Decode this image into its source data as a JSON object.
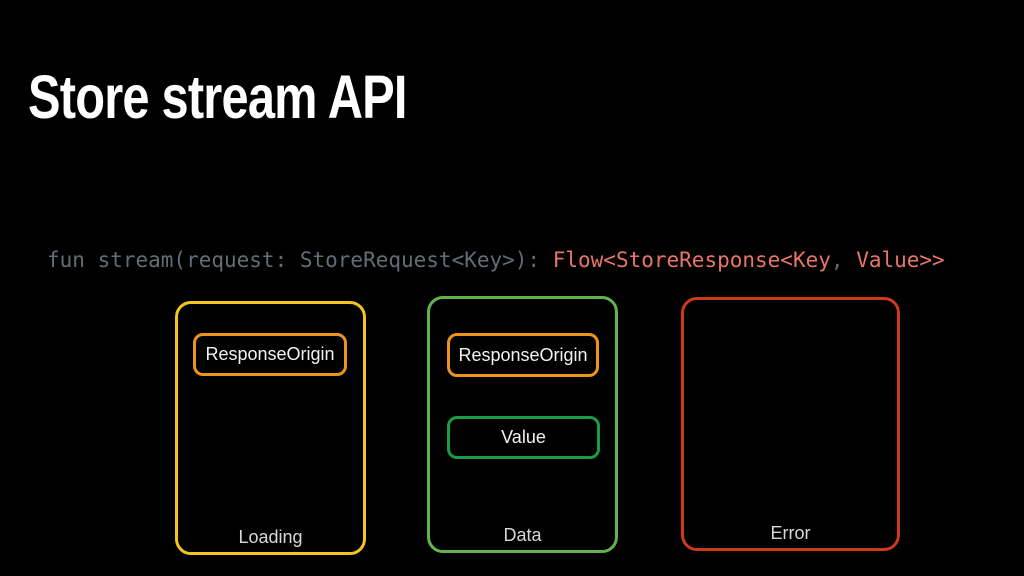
{
  "slide": {
    "title": "Store stream API"
  },
  "code_line": {
    "full_text": "fun stream(request: StoreRequest<Key>): Flow<StoreResponse<Key, Value>>",
    "segments": [
      {
        "text": "fun stream(request: StoreRequest<Key>): ",
        "color": "#656c76"
      },
      {
        "text": "Flow<StoreResponse<Key",
        "color": "#e87568"
      },
      {
        "text": ",",
        "color": "#656c76"
      },
      {
        "text": " Value>>",
        "color": "#e87568"
      }
    ]
  },
  "diagram": {
    "states": [
      {
        "label": "Loading",
        "border_color": "#f3c51e",
        "children": [
          {
            "label": "ResponseOrigin",
            "border_color": "#ec941d"
          }
        ]
      },
      {
        "label": "Data",
        "border_color": "#62b24d",
        "children": [
          {
            "label": "ResponseOrigin",
            "border_color": "#ec941d"
          },
          {
            "label": "Value",
            "border_color": "#199c44"
          }
        ]
      },
      {
        "label": "Error",
        "border_color": "#ca3a1d",
        "children": []
      }
    ]
  }
}
